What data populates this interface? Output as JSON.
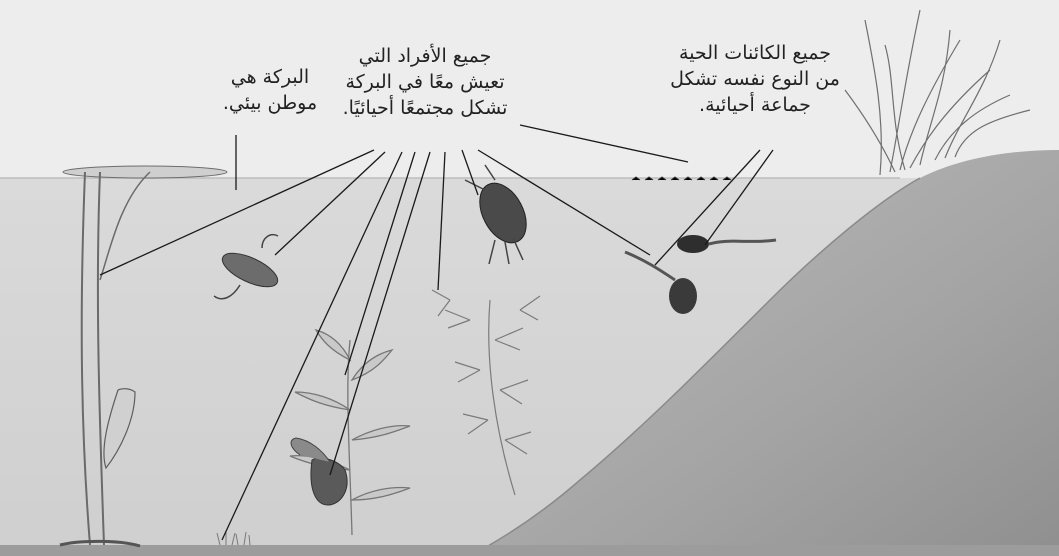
{
  "diagram": {
    "labels": {
      "habitat": {
        "line1": "البركة هي",
        "line2": "موطن بيئي."
      },
      "community": {
        "line1": "جميع الأفراد التي",
        "line2": "تعيش معًا في البركة",
        "line3": "تشكل مجتمعًا أحيائيًا."
      },
      "population": {
        "line1": "جميع الكائنات الحية",
        "line2": "من النوع نفسه تشكل",
        "line3": "جماعة أحيائية."
      }
    },
    "colors": {
      "sky": "#ededed",
      "water": "#d8d8d8",
      "bank": "#a9a9a9",
      "leader": "#1a1a1a"
    }
  }
}
